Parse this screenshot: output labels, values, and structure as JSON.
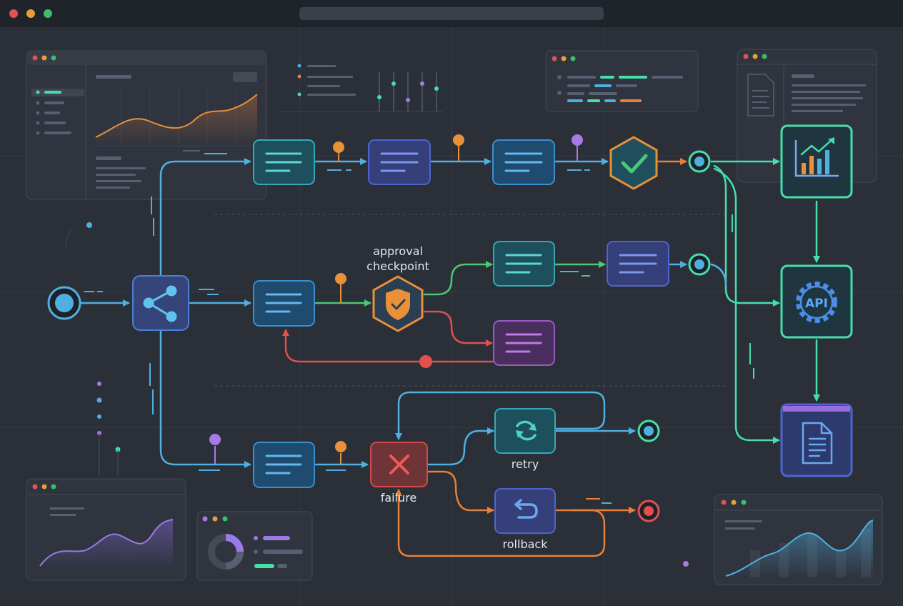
{
  "window": {
    "traffic_lights": [
      "#e0525a",
      "#e5a03c",
      "#37c06a"
    ]
  },
  "labels": {
    "approval": [
      "approval",
      "checkpoint"
    ],
    "failure": "failure",
    "retry": "retry",
    "rollback": "rollback",
    "api": "API"
  },
  "colors": {
    "background": "#2b2f38",
    "flow_blue": "#4fb0e0",
    "success_green": "#4cc774",
    "reject_red": "#e24f4f",
    "fallback_orange": "#e8803a",
    "output_teal": "#46dfa9",
    "accent_purple": "#a87ae6"
  },
  "icons": {
    "start": "start-node-icon",
    "fork": "share-fork-icon",
    "gate": "check-gate-icon",
    "approval": "shield-check-icon",
    "failure": "x-icon",
    "retry": "refresh-icon",
    "rollback": "undo-icon",
    "chart": "bar-chart-icon",
    "api": "gear-api-icon",
    "document": "document-icon"
  }
}
